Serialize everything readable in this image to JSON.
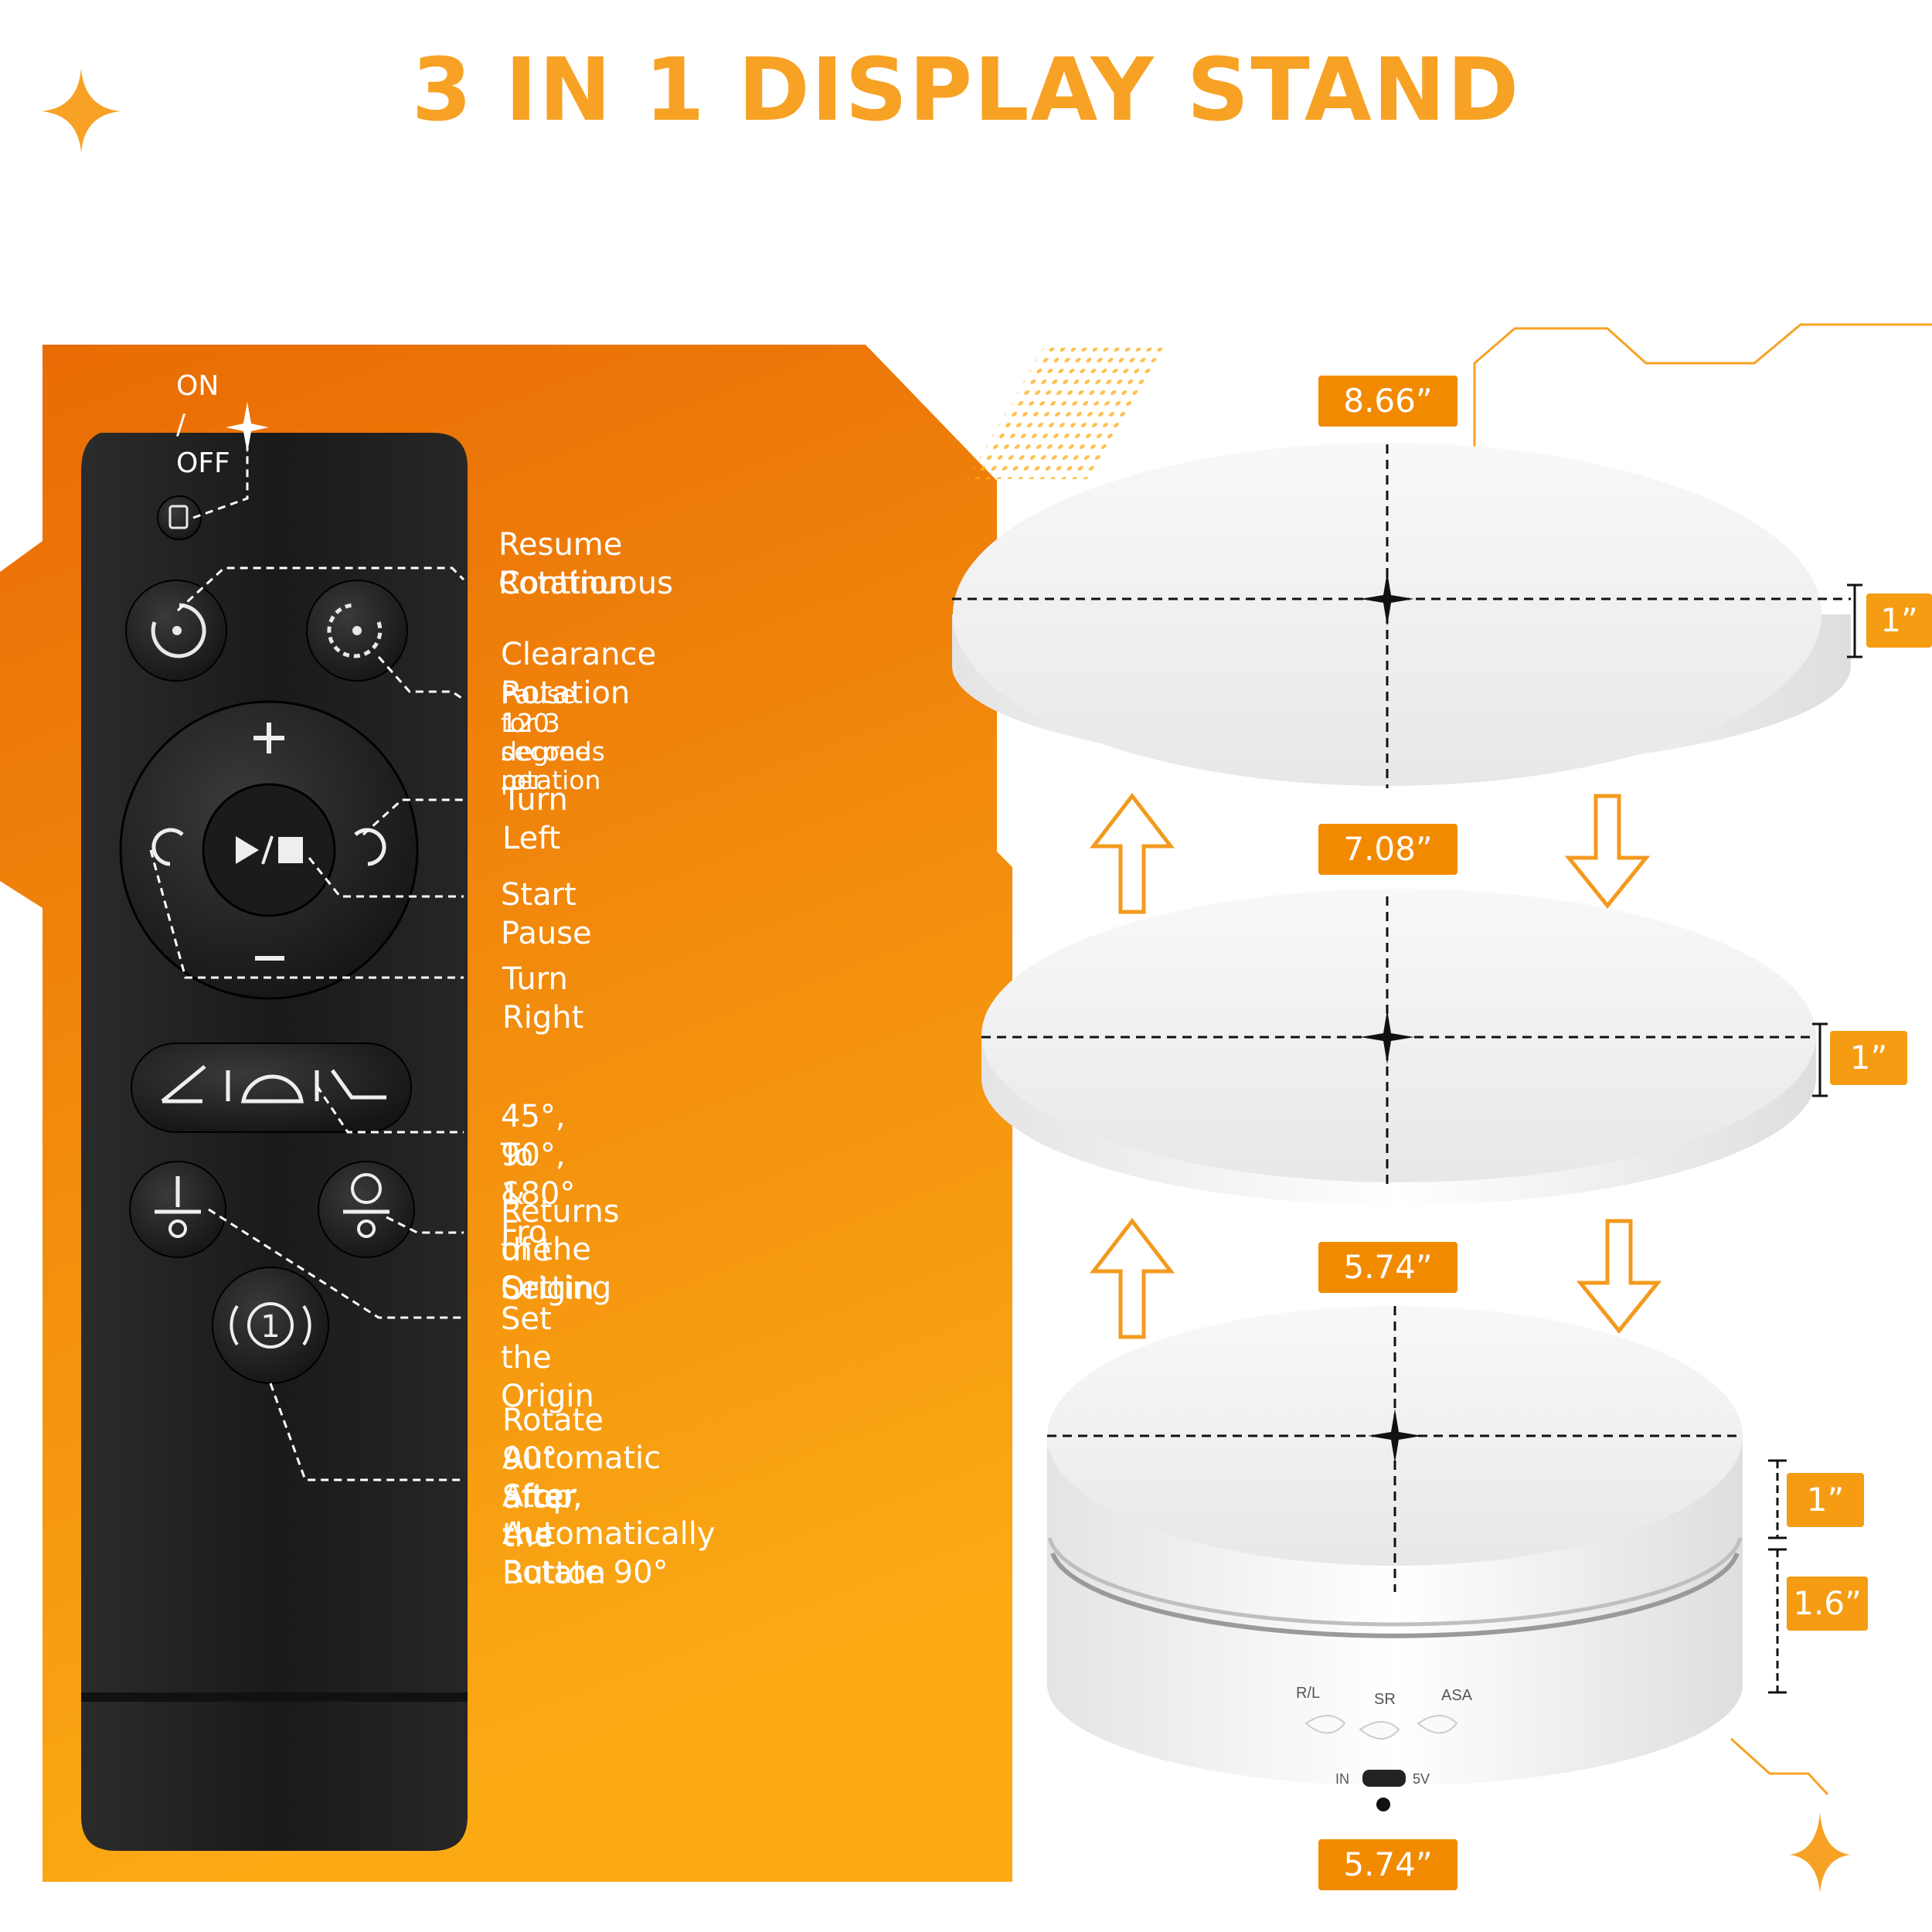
{
  "title": "3 IN 1 DISPLAY STAND",
  "colors": {
    "accent": "#f7a224",
    "panel_top": "#e96b05",
    "panel_bottom": "#fba913",
    "remote": "#1c1c1c"
  },
  "remote": {
    "on_off_label": "ON / OFF",
    "buttons": [
      {
        "icon": "power-icon",
        "label": "ON / OFF"
      },
      {
        "icon": "rotate-continuous-icon",
        "label": "Resume Continuous Rotation"
      },
      {
        "icon": "rotate-clearance-icon",
        "label": "Clearance Rotation"
      },
      {
        "icon": "plus-icon",
        "label": "+"
      },
      {
        "icon": "minus-icon",
        "label": "−"
      },
      {
        "icon": "turn-left-icon",
        "label": "Turn Left"
      },
      {
        "icon": "play-pause-icon",
        "label": "▶/■"
      },
      {
        "icon": "turn-right-icon",
        "label": "Turn Right"
      },
      {
        "icon": "angle-icon",
        "label": "45°, 90°, 180° To & Fro"
      },
      {
        "icon": "set-origin-icon",
        "label": "Set the Origin"
      },
      {
        "icon": "return-origin-icon",
        "label": "Returns the Origin of the Setting"
      },
      {
        "icon": "rotate-90-icon",
        "label": "(1)"
      }
    ]
  },
  "labels": {
    "resume_1": "Resume Continuous",
    "resume_2": "Rotation",
    "clearance": "Clearance Rotation",
    "clearance_sub_1": "Pause for 3 seconds per",
    "clearance_sub_2": "120 degree rotation",
    "turn_left": "Turn Left",
    "start_pause": "Start Pause",
    "turn_right": "Turn Right",
    "angle_1": "45°, 90°, 180°",
    "angle_2": "To & Fro",
    "return_1": "Returns the Origin",
    "return_2": "of the Setting",
    "set_origin": "Set the Origin",
    "rotate_1": "Rotate 90° after the",
    "rotate_2": "Automatic Stop,",
    "rotate_3": "After the Button",
    "rotate_4": "Automatically Rotate 90°"
  },
  "dimensions": {
    "top_diameter": "8.66”",
    "top_height": "1”",
    "middle_diameter": "7.08”",
    "middle_height": "1”",
    "bottom_diameter": "5.74”",
    "base_top_height": "1”",
    "base_height": "1.6”",
    "base_diameter": "5.74”"
  },
  "base_labels": {
    "rl": "R/L",
    "sr": "SR",
    "asa": "ASA",
    "in": "IN",
    "volt": "5V"
  }
}
